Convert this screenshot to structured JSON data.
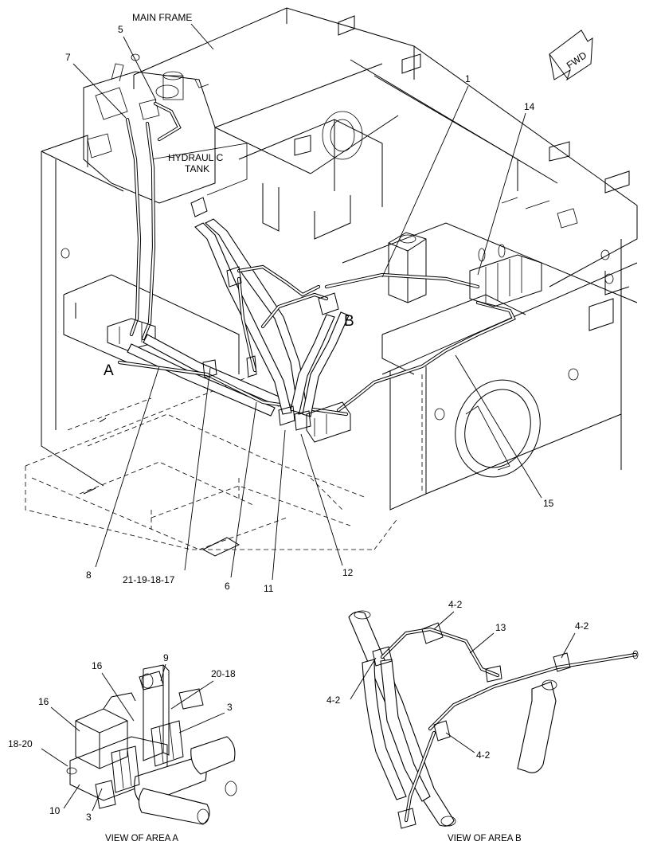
{
  "diagram": {
    "main_labels": {
      "main_frame": "MAIN FRAME",
      "hydraulic_tank_1": "HYDRAULIC",
      "hydraulic_tank_2": "TANK",
      "fwd": "FWD",
      "area_a": "A",
      "area_b": "B"
    },
    "callouts": {
      "c1": "1",
      "c5": "5",
      "c7": "7",
      "c14": "14",
      "c15": "15",
      "c8": "8",
      "c21": "21-19-18-17",
      "c6": "6",
      "c11": "11",
      "c12": "12"
    },
    "view_a": {
      "caption": "VIEW OF AREA  A",
      "c9": "9",
      "c16a": "16",
      "c16b": "16",
      "c20_18": "20-18",
      "c3a": "3",
      "c3b": "3",
      "c18_20": "18-20",
      "c10": "10"
    },
    "view_b": {
      "caption": "VIEW OF AREA  B",
      "c4_2a": "4-2",
      "c4_2b": "4-2",
      "c4_2c": "4-2",
      "c4_2d": "4-2",
      "c13": "13"
    }
  }
}
